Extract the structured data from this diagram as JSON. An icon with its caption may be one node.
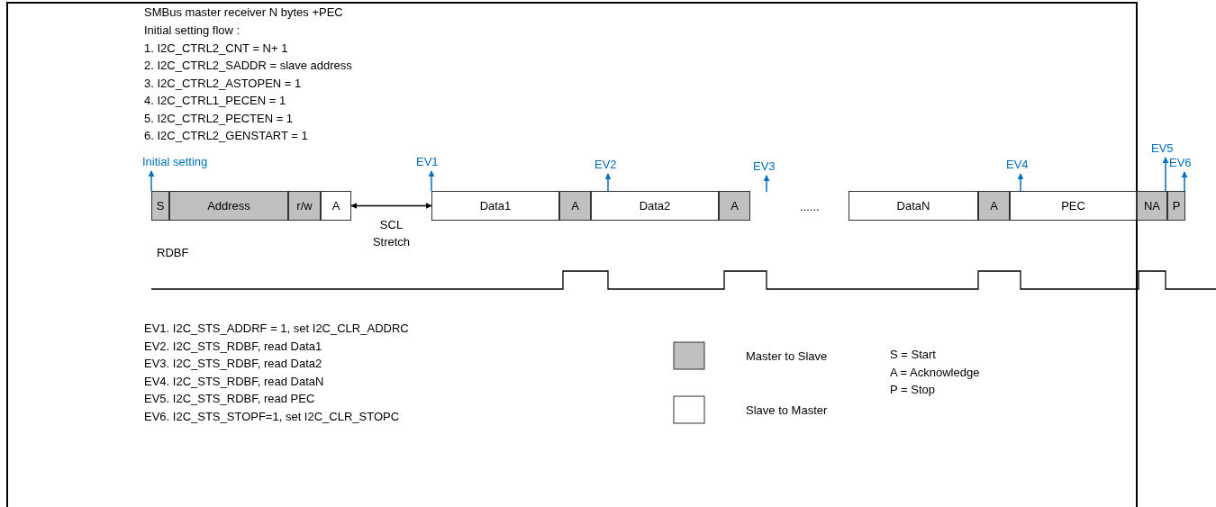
{
  "diagram": {
    "title": "SMBus master receiver N bytes +PEC",
    "nodes": [
      {
        "text": [
          "Initial setting"
        ]
      },
      {
        "text": [
          "EV1"
        ]
      },
      {
        "text": [
          "EV2"
        ]
      },
      {
        "text": [
          "EV3"
        ]
      },
      {
        "text": [
          "EV4"
        ]
      },
      {
        "text": [
          "EV5"
        ]
      },
      {
        "text": [
          "EV6"
        ]
      },
      {
        "text": [
          "S"
        ]
      },
      {
        "text": [
          "Address"
        ]
      },
      {
        "text": [
          "r/w"
        ]
      },
      {
        "text": [
          "A"
        ]
      },
      {
        "text": [
          "Data1"
        ]
      },
      {
        "text": [
          "A"
        ]
      },
      {
        "text": [
          "Data2"
        ]
      },
      {
        "text": [
          "A"
        ]
      },
      {
        "text": [
          "DataN"
        ]
      },
      {
        "text": [
          "A"
        ]
      },
      {
        "text": [
          "PEC"
        ]
      },
      {
        "text": [
          "NA"
        ]
      },
      {
        "text": [
          "P"
        ]
      }
    ],
    "edges": [
      {
        "from": 10,
        "to": 11,
        "arrow": "both",
        "label": "SCL Stretch",
        "color": "#000000"
      },
      {
        "from": 7,
        "to": 0,
        "arrow": "to"
      },
      {
        "from": 11,
        "to": 1,
        "arrow": "to"
      },
      {
        "from": 13,
        "to": 2,
        "arrow": "to"
      },
      {
        "from": null,
        "to": 3,
        "arrow": "to"
      },
      {
        "from": 17,
        "to": 4,
        "arrow": "to"
      },
      {
        "from": 18,
        "to": 5,
        "arrow": "to"
      },
      {
        "from": 19,
        "to": 6,
        "arrow": "to"
      }
    ],
    "labels": [
      "Initial setting flow :",
      "1. I2C_CTRL2_CNT = N+ 1",
      "2. I2C_CTRL2_SADDR = slave address",
      "3. I2C_CTRL2_ASTOPEN = 1",
      "4. I2C_CTRL1_PECEN = 1",
      "5. I2C_CTRL2_PECTEN = 1",
      "6. I2C_CTRL2_GENSTART = 1",
      "......",
      "RDBF",
      "EV1. I2C_STS_ADDRF = 1,  set I2C_CLR_ADDRC",
      "EV2. I2C_STS_RDBF,  read Data1",
      "EV3. I2C_STS_RDBF,  read Data2",
      "EV4. I2C_STS_RDBF,  read DataN",
      "EV5. I2C_STS_RDBF,  read PEC",
      "EV6. I2C_STS_STOPF=1, set I2C_CLR_STOPC",
      "S = Start",
      "A = Acknowledge",
      "P = Stop"
    ],
    "legend": [
      {
        "text": "Master to Slave",
        "color": "#c0c0c0"
      },
      {
        "text": "Slave to Master",
        "color": "#ffffff"
      }
    ]
  }
}
